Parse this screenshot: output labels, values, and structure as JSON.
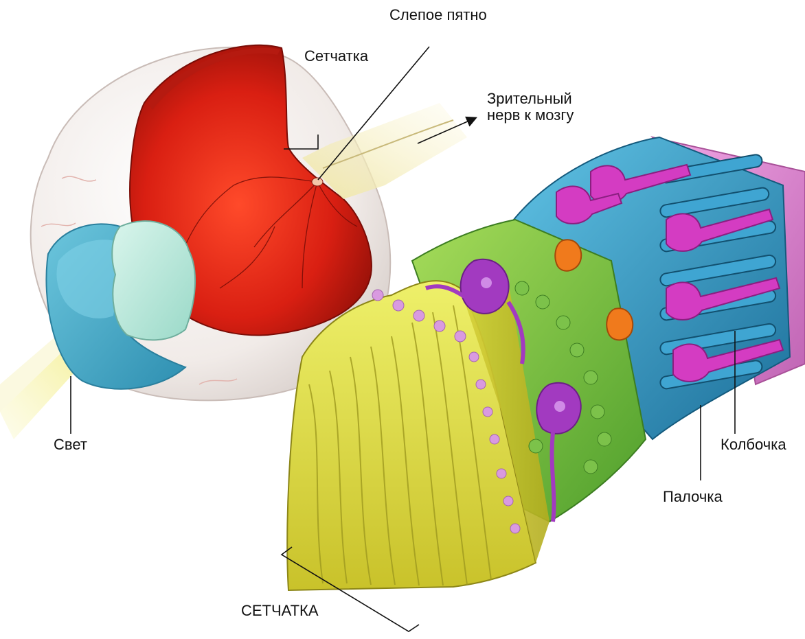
{
  "labels": {
    "blind_spot": "Слепое пятно",
    "retina_top": "Сетчатка",
    "optic_nerve": "Зрительный\nнерв к мозгу",
    "light": "Свет",
    "cone": "Колбочка",
    "rod": "Палочка",
    "retina_bottom": "СЕТЧАТКА"
  }
}
